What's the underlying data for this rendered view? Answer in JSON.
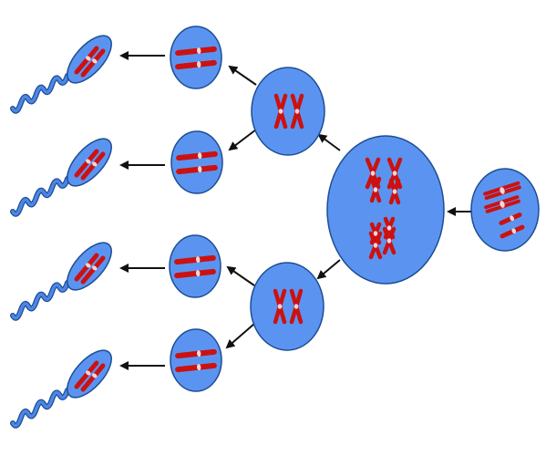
{
  "diagram": {
    "colors": {
      "background": "#ffffff",
      "cell_fill": "#5b94f0",
      "cell_stroke": "#1d4d93",
      "chromosome": "#cc1111",
      "centromere": "#f4d6d6",
      "arrow": "#111111",
      "tail": "#4d86e6",
      "tail_outline": "#1d4d93"
    },
    "stages": [
      {
        "id": "parent-cell",
        "chromosome_sets": 4
      },
      {
        "id": "meiosis-one-cell",
        "chromosome_sets": 4
      },
      {
        "id": "secondary-cell",
        "count": 2,
        "chromosome_sets": 2
      },
      {
        "id": "spermatid",
        "count": 4,
        "chromosome_sets": 2
      },
      {
        "id": "sperm-cell",
        "count": 4,
        "chromosome_sets": 2
      }
    ]
  }
}
